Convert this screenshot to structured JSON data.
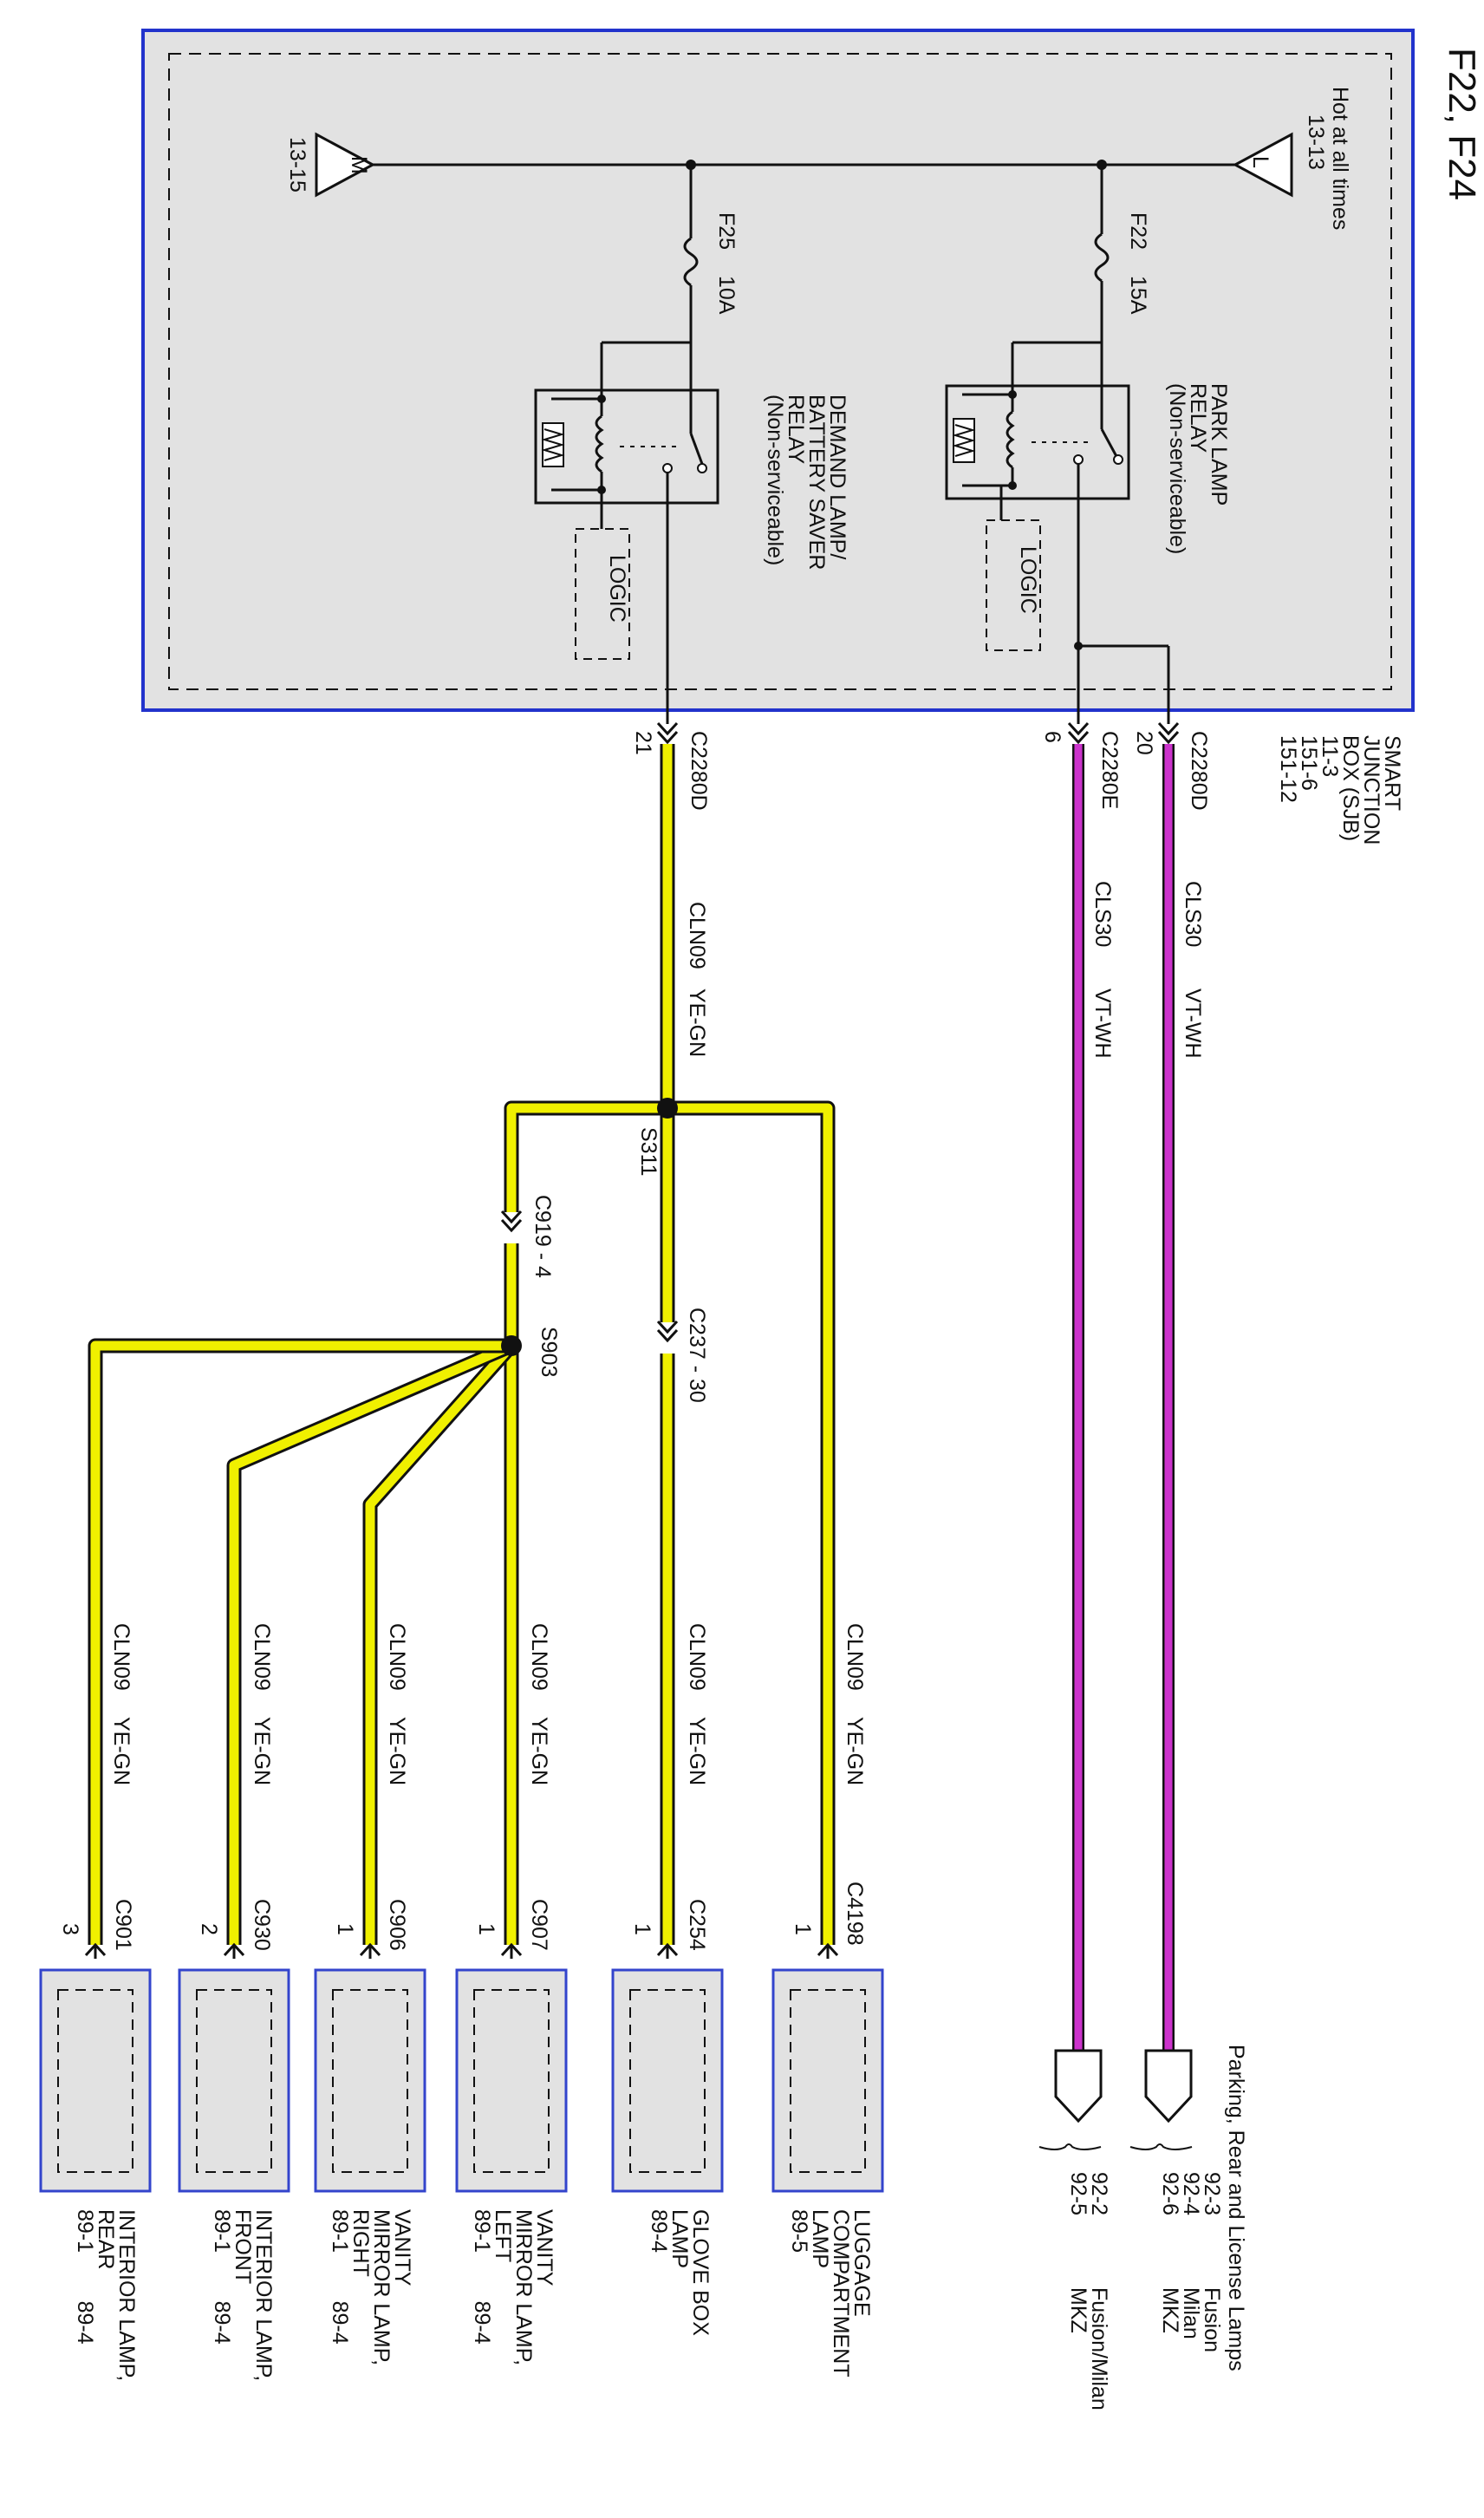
{
  "page_title": "F22, F24",
  "colors": {
    "sjb_fill": "#e2e2e2",
    "sjb_border": "#2233cc",
    "wire_violet": "#cc33cc",
    "wire_yellow": "#f0f000",
    "component_border": "#3344cc"
  },
  "sjb": {
    "name_lines": [
      "SMART",
      "JUNCTION",
      "BOX (SJB)",
      "11-3",
      "151-6",
      "151-12"
    ],
    "hot_label": "Hot at all times",
    "bus_left": {
      "letter": "L",
      "ref": "13-13"
    },
    "bus_right": {
      "letter": "M",
      "ref": "13-15"
    },
    "fuse_f22": {
      "name": "F22",
      "rating": "15A"
    },
    "fuse_f25": {
      "name": "F25",
      "rating": "10A"
    },
    "park_relay_lines": [
      "PARK LAMP",
      "RELAY",
      "(Non-serviceable)"
    ],
    "demand_relay_lines": [
      "DEMAND LAMP/",
      "BATTERY SAVER",
      "RELAY",
      "(Non-serviceable)"
    ],
    "logic_label": "LOGIC"
  },
  "connectors": {
    "c2280d_20": {
      "name": "C2280D",
      "pin": "20"
    },
    "c2280e_6": {
      "name": "C2280E",
      "pin": "6"
    },
    "c2280d_21": {
      "name": "C2280D",
      "pin": "21"
    }
  },
  "wires": {
    "vt_circuit": "CLS30",
    "vt_color": "VT-WH",
    "ye_circuit": "CLN09",
    "ye_color": "YE-GN"
  },
  "splices": {
    "s311": "S311",
    "s903": "S903"
  },
  "inline_connectors": {
    "c919": "C919 - 4",
    "c237": "C237 - 30"
  },
  "parking_lamps": {
    "heading": "Parking, Rear and License Lamps",
    "group1": [
      [
        "92-3",
        "Fusion"
      ],
      [
        "92-4",
        "Milan"
      ],
      [
        "92-6",
        "MKZ"
      ]
    ],
    "group2": [
      [
        "92-2",
        "Fusion/Milan"
      ],
      [
        "92-5",
        "MKZ"
      ]
    ]
  },
  "lamps": [
    {
      "connector": "C4198",
      "pin": "1",
      "lines": [
        "LUGGAGE",
        "COMPARTMENT",
        "LAMP",
        "89-5"
      ]
    },
    {
      "connector": "C254",
      "pin": "1",
      "lines": [
        "GLOVE BOX",
        "LAMP",
        "89-4"
      ]
    },
    {
      "connector": "C907",
      "pin": "1",
      "lines": [
        "VANITY",
        "MIRROR LAMP,",
        "LEFT",
        "89-1        89-4"
      ]
    },
    {
      "connector": "C906",
      "pin": "1",
      "lines": [
        "VANITY",
        "MIRROR LAMP,",
        "RIGHT",
        "89-1        89-4"
      ]
    },
    {
      "connector": "C930",
      "pin": "2",
      "lines": [
        "INTERIOR LAMP,",
        "FRONT",
        "89-1        89-4"
      ]
    },
    {
      "connector": "C901",
      "pin": "3",
      "lines": [
        "INTERIOR LAMP,",
        "REAR",
        "89-1        89-4"
      ]
    }
  ]
}
